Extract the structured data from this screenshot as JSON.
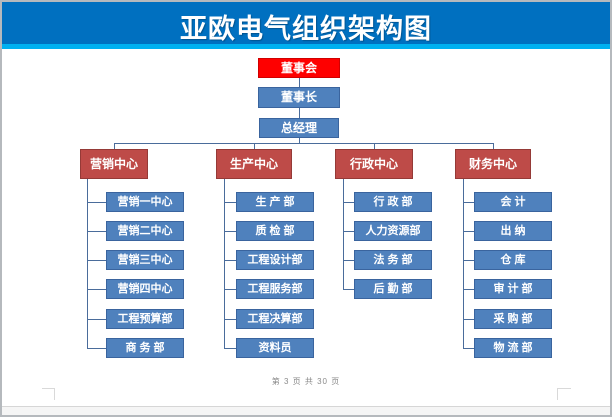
{
  "header": {
    "title": "亚欧电气组织架构图"
  },
  "org_chart": {
    "root": "董事会",
    "level2": "董事长",
    "level3": "总经理",
    "columns": [
      {
        "label": "营销中心",
        "children": [
          "营销一中心",
          "营销二中心",
          "营销三中心",
          "营销四中心",
          "工程预算部",
          "商 务 部"
        ]
      },
      {
        "label": "生产中心",
        "children": [
          "生 产 部",
          "质 检 部",
          "工程设计部",
          "工程服务部",
          "工程决算部",
          "资料员"
        ]
      },
      {
        "label": "行政中心",
        "children": [
          "行 政 部",
          "人力资源部",
          "法 务 部",
          "后 勤 部"
        ]
      },
      {
        "label": "财务中心",
        "children": [
          "会 计",
          "出 纳",
          "仓 库",
          "审 计 部",
          "采 购 部",
          "物 流 部"
        ]
      }
    ]
  },
  "footer": {
    "page_indicator": "第 3 页 共 30 页"
  },
  "colors": {
    "banner_blue": "#0070C0",
    "banner_accent": "#00B0F0",
    "root_red": "#FE0000",
    "column_header_red": "#BE4B48",
    "node_blue": "#4F81BD",
    "connector": "#4a6c9b"
  }
}
